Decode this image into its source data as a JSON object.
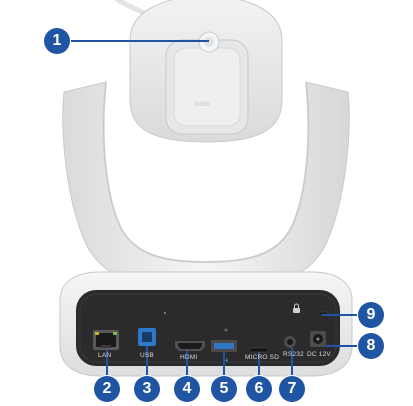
{
  "callouts": [
    "1",
    "2",
    "3",
    "4",
    "5",
    "6",
    "7",
    "8",
    "9"
  ],
  "port_labels": {
    "lan": "LAN",
    "usb": "USB",
    "hdmi": "HDMI",
    "micro_sd": "MICRO SD",
    "rs232": "RS232",
    "dc": "DC 12V"
  },
  "colors": {
    "callout": "#1f55a3",
    "camera_body": "#ecedef",
    "rear_panel": "#2b2b2d",
    "usb3_accent": "#2f78c8"
  }
}
